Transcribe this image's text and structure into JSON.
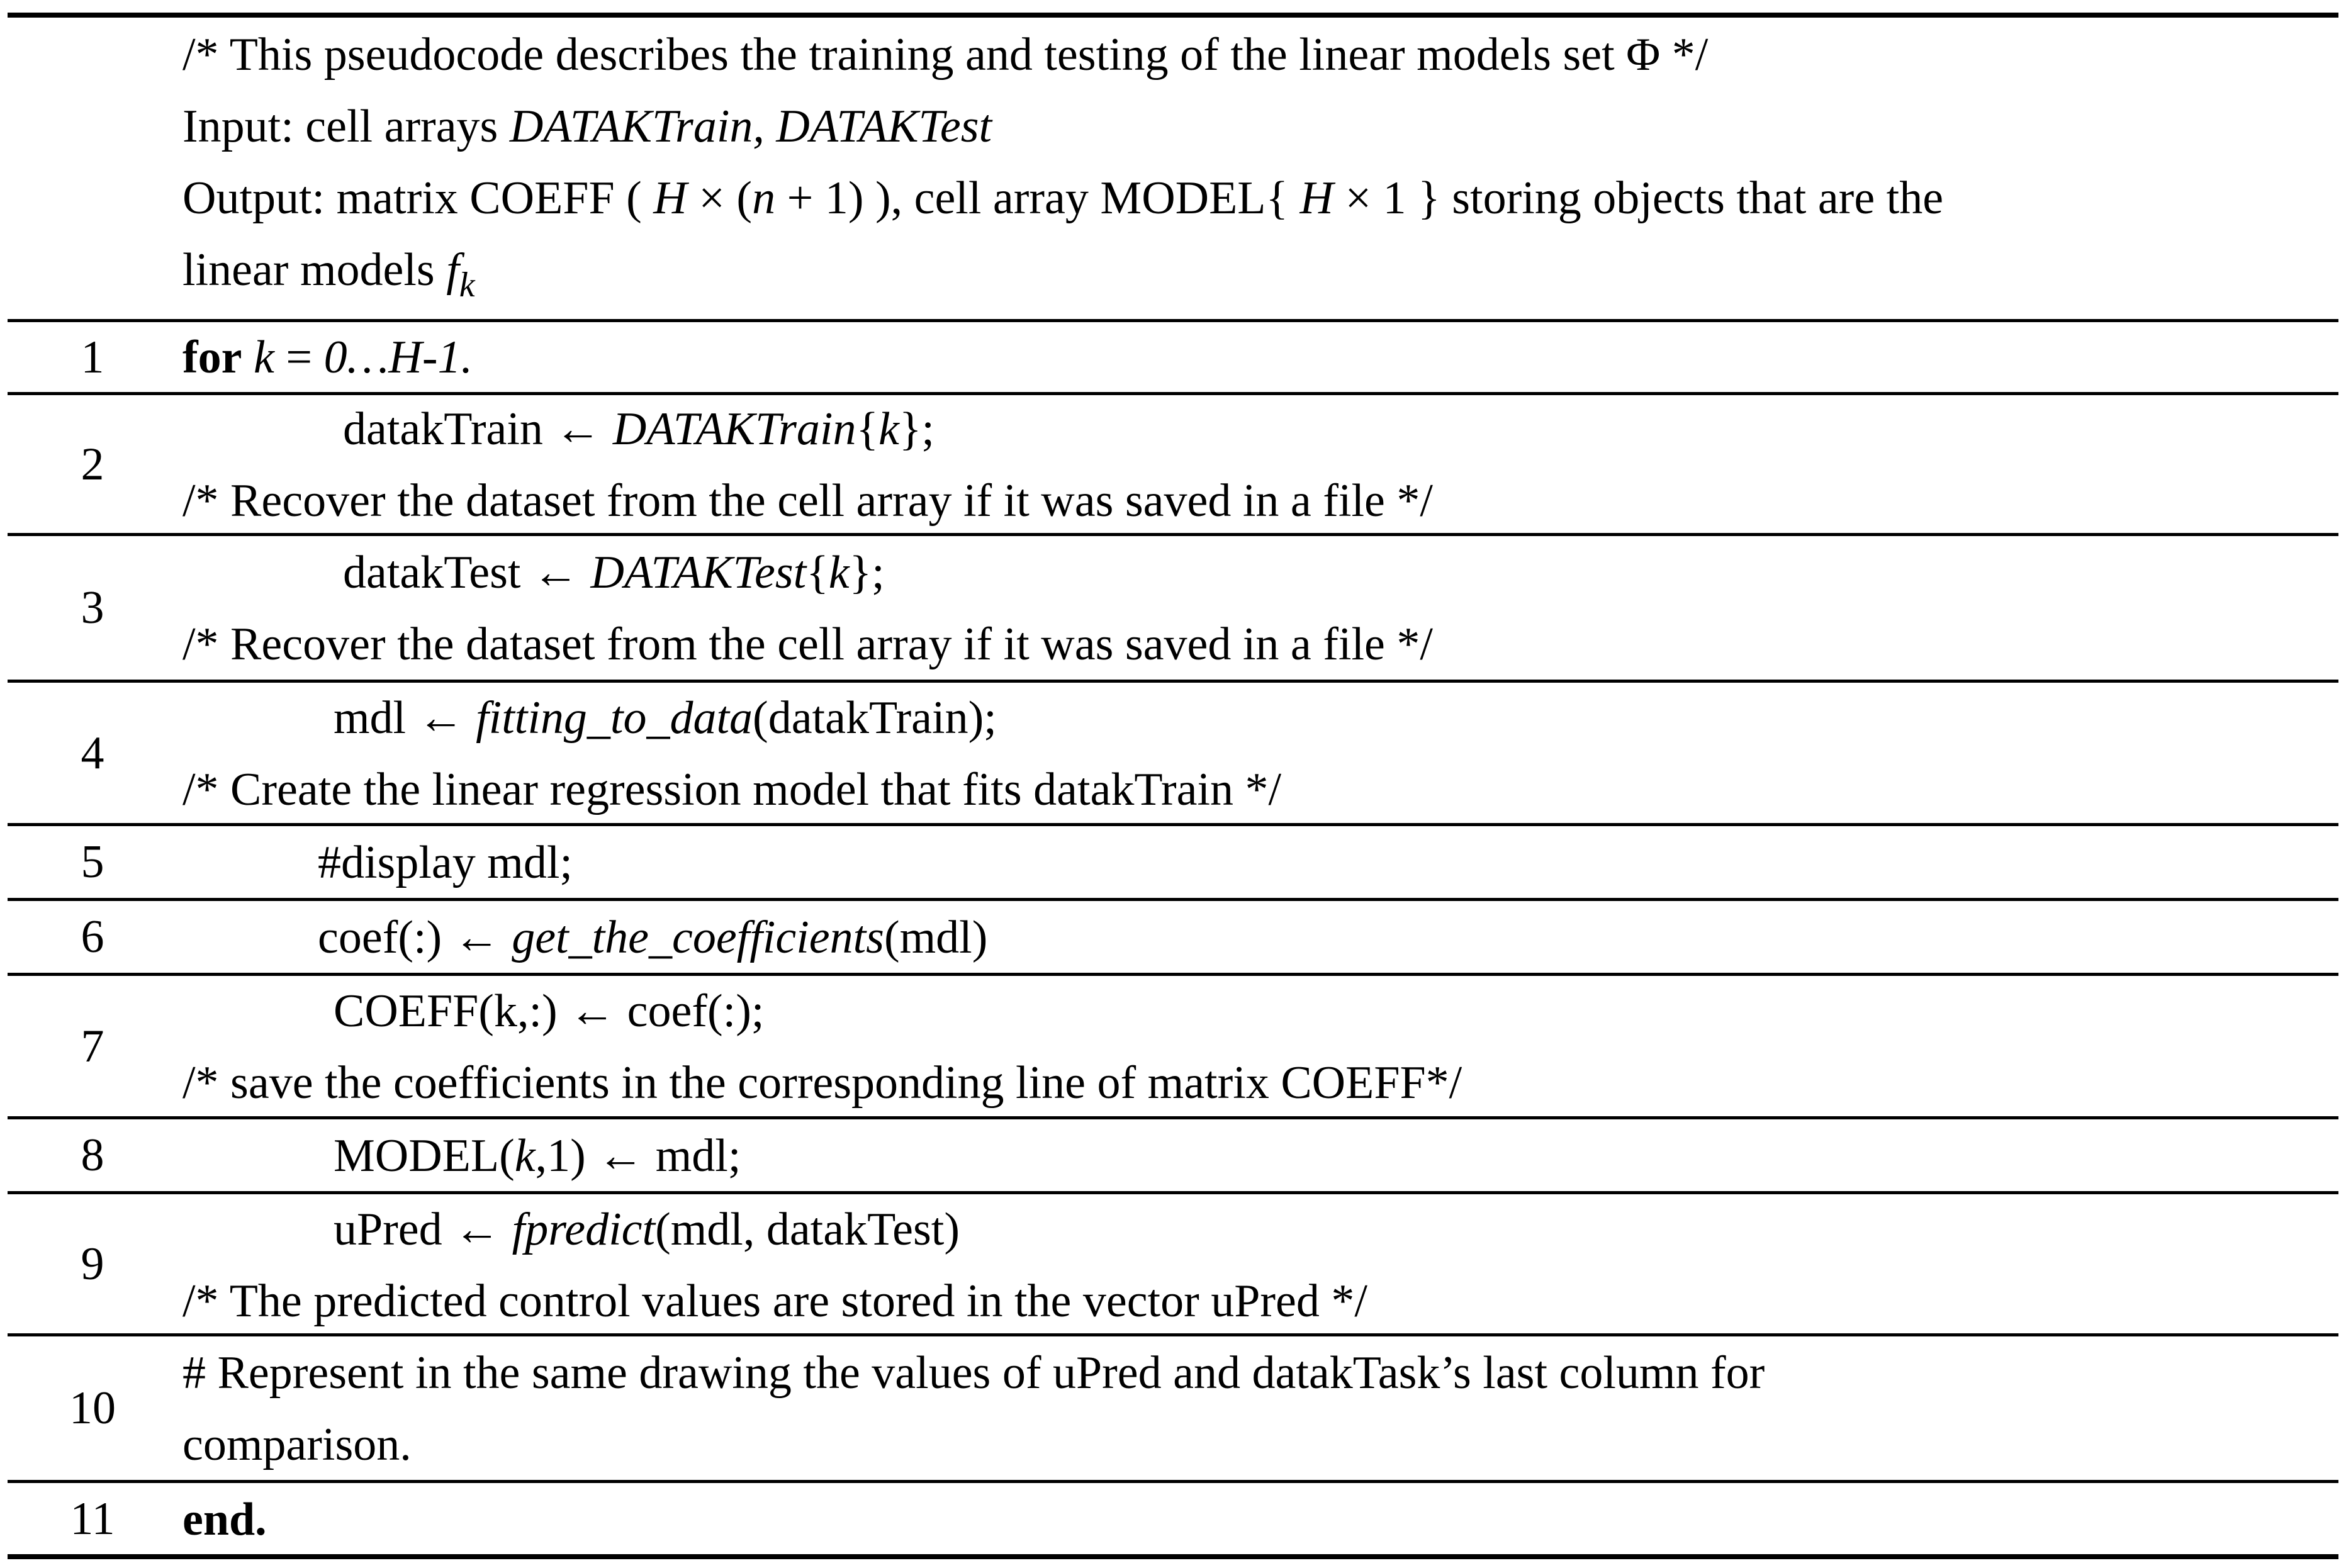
{
  "header": {
    "line1": "/* This pseudocode describes the training and testing of the linear models set  Φ */",
    "line2_prefix": "Input: cell arrays ",
    "line2_italic": "DATAKTrain, DATAKTest",
    "line3_a": "Output: matrix COEFF ( ",
    "line3_H": "H",
    "line3_b": " × (",
    "line3_n": "n",
    "line3_c": " + 1) ), cell array MODEL{ ",
    "line3_H2": "H",
    "line3_d": " × 1 } storing objects that are the",
    "line4": "linear models  ",
    "line4_f": "f",
    "line4_k": "k"
  },
  "rows": [
    {
      "num": "1",
      "kw": "for",
      "a": " ",
      "k": "k",
      "b": " = ",
      "c": "0…H-1."
    },
    {
      "num": "2",
      "a": "datakTrain ← ",
      "it": "DATAKTrain",
      "b": "{",
      "k": "k",
      "c": "};",
      "comment": "/* Recover the dataset from the cell array if it was saved in a file */"
    },
    {
      "num": "3",
      "a": "datakTest ← ",
      "it": "DATAKTest",
      "b": "{",
      "k": "k",
      "c": "};",
      "comment": "/* Recover the dataset from the cell array if it was saved in a file */"
    },
    {
      "num": "4",
      "a": "mdl ← ",
      "it": "fitting_to_data",
      "b": "(datakTrain);",
      "comment": "/* Create the linear regression model that fits datakTrain */"
    },
    {
      "num": "5",
      "a": "#display mdl;"
    },
    {
      "num": "6",
      "a": "coef(:) ← ",
      "it": "get_the_coefficients",
      "b": "(mdl)"
    },
    {
      "num": "7",
      "a": "COEFF(k,:)  ← coef(:);",
      "comment": "/* save the coefficients in the corresponding line of matrix COEFF*/"
    },
    {
      "num": "8",
      "a": "MODEL(",
      "k": "k",
      "b": ",1) ← mdl;"
    },
    {
      "num": "9",
      "a": "uPred  ← ",
      "it": "fpredict",
      "b": "(mdl, datakTest)",
      "comment": "/* The predicted control values are stored in the vector uPred */"
    },
    {
      "num": "10",
      "a": "# Represent in the same drawing the values of uPred and datakTask’s last column for",
      "b": "comparison."
    },
    {
      "num": "11",
      "kw": "end."
    }
  ]
}
